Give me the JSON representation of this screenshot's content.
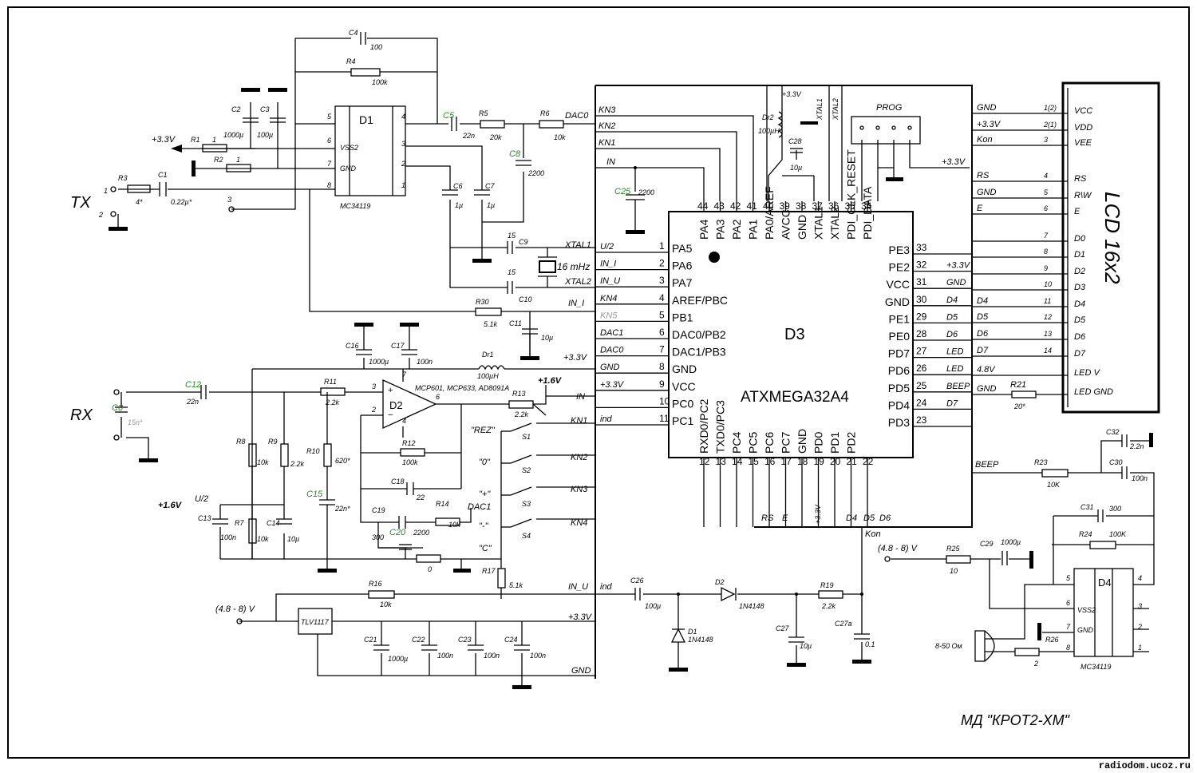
{
  "title": "МД \"КРОТ2-ХМ\"",
  "footer": "radiodom.ucoz.ru",
  "mcu": {
    "ref": "D3",
    "name": "ATXMEGA32A4",
    "left_pins": [
      {
        "num": "1",
        "name": "PA5",
        "net": "U/2"
      },
      {
        "num": "2",
        "name": "PA6",
        "net": "IN_I"
      },
      {
        "num": "3",
        "name": "PA7",
        "net": "IN_U"
      },
      {
        "num": "4",
        "name": "AREF/PBC",
        "net": "KN4"
      },
      {
        "num": "5",
        "name": "PB1",
        "net": "KN5"
      },
      {
        "num": "6",
        "name": "DAC0/PB2",
        "net": "DAC1"
      },
      {
        "num": "7",
        "name": "DAC1/PB3",
        "net": "DAC0"
      },
      {
        "num": "8",
        "name": "GND",
        "net": "GND"
      },
      {
        "num": "9",
        "name": "VCC",
        "net": "+3.3V"
      },
      {
        "num": "10",
        "name": "PC0",
        "net": ""
      },
      {
        "num": "11",
        "name": "PC1",
        "net": "ind"
      }
    ],
    "right_pins": [
      {
        "num": "33",
        "name": "PE3",
        "net": ""
      },
      {
        "num": "32",
        "name": "PE2",
        "net": "+3.3V"
      },
      {
        "num": "31",
        "name": "VCC",
        "net": "GND"
      },
      {
        "num": "30",
        "name": "GND",
        "net": "D4"
      },
      {
        "num": "29",
        "name": "PE1",
        "net": "D5"
      },
      {
        "num": "28",
        "name": "PE0",
        "net": "D6"
      },
      {
        "num": "27",
        "name": "PD7",
        "net": "LED"
      },
      {
        "num": "26",
        "name": "PD6",
        "net": "LED"
      },
      {
        "num": "25",
        "name": "PD5",
        "net": "BEEP"
      },
      {
        "num": "24",
        "name": "PD4",
        "net": "D7"
      },
      {
        "num": "23",
        "name": "PD3",
        "net": ""
      }
    ],
    "top_pins": [
      {
        "num": "44",
        "name": "PA4"
      },
      {
        "num": "43",
        "name": "PA3"
      },
      {
        "num": "42",
        "name": "PA2"
      },
      {
        "num": "41",
        "name": "PA1"
      },
      {
        "num": "40",
        "name": "PA0/AREF"
      },
      {
        "num": "39",
        "name": "AVCC"
      },
      {
        "num": "38",
        "name": "GND"
      },
      {
        "num": "37",
        "name": "XTAL1"
      },
      {
        "num": "36",
        "name": "XTAL2"
      },
      {
        "num": "35",
        "name": "PDI_CLK_RESET"
      },
      {
        "num": "34",
        "name": "PDI_DATA"
      }
    ],
    "bottom_pins": [
      {
        "num": "12",
        "name": "RXD0/PC2"
      },
      {
        "num": "13",
        "name": "TXD0/PC3"
      },
      {
        "num": "14",
        "name": "PC4"
      },
      {
        "num": "15",
        "name": "PC5"
      },
      {
        "num": "16",
        "name": "PC6"
      },
      {
        "num": "17",
        "name": "PC7"
      },
      {
        "num": "18",
        "name": "GND"
      },
      {
        "num": "19",
        "name": "PD0"
      },
      {
        "num": "20",
        "name": "PD1"
      },
      {
        "num": "21",
        "name": "PD2"
      },
      {
        "num": "22",
        "name": ""
      }
    ],
    "bottom_nets": [
      "RS",
      "E",
      "+3.3V",
      "D4",
      "D5",
      "D6",
      "Kon"
    ],
    "top_nets": [
      "KN3",
      "KN2",
      "KN1",
      "IN",
      "+3.3V",
      "Dr2",
      "100µH",
      "C28",
      "10µ",
      "XTAL1",
      "XTAL2",
      "PROG"
    ]
  },
  "lcd": {
    "title": "LCD 16x2",
    "pins": [
      {
        "net": "GND",
        "num": "1(2)",
        "name": "VCC"
      },
      {
        "net": "+3.3V",
        "num": "2(1)",
        "name": "VDD"
      },
      {
        "net": "Kon",
        "num": "3",
        "name": "VEE"
      },
      {
        "net": "RS",
        "num": "4",
        "name": "RS"
      },
      {
        "net": "GND",
        "num": "5",
        "name": "R\\W"
      },
      {
        "net": "E",
        "num": "6",
        "name": "E"
      },
      {
        "net": "",
        "num": "7",
        "name": "D0"
      },
      {
        "net": "",
        "num": "8",
        "name": "D1"
      },
      {
        "net": "",
        "num": "9",
        "name": "D2"
      },
      {
        "net": "",
        "num": "10",
        "name": "D3"
      },
      {
        "net": "D4",
        "num": "11",
        "name": "D4"
      },
      {
        "net": "D5",
        "num": "12",
        "name": "D5"
      },
      {
        "net": "D6",
        "num": "13",
        "name": "D6"
      },
      {
        "net": "D7",
        "num": "14",
        "name": "D7"
      },
      {
        "net": "4.8V",
        "num": "",
        "name": "LED  V"
      },
      {
        "net": "GND",
        "num": "",
        "name": "LED  GND"
      }
    ],
    "extra": {
      "plus": "+3.3V",
      "r21": "R21",
      "r21v": "20*"
    }
  },
  "labels": {
    "tx": "TX",
    "rx": "RX",
    "d1": "D1",
    "mc1": "MC34119",
    "vss2": "VSS2",
    "gndp": "GND",
    "d2": "D2",
    "d2parts": "MCP601, MCP633, AD8091A",
    "d4": "D4",
    "mc2": "MC34119",
    "tlv": "TLV1117",
    "crystal": "16 mHz",
    "prog": "PROG",
    "speaker": "8-50 Ом",
    "v48a": "(4.8 - 8) V",
    "v48b": "(4.8 - 8) V",
    "p16a": "+1.6V",
    "p16b": "+1.6V",
    "p33a": "+3.3V",
    "p33b": "+3.3V",
    "p33c": "+3.3V",
    "p33d": "+3.3V",
    "dac0": "DAC0",
    "dac1": "DAC1",
    "in_i": "IN_I",
    "in_u": "IN_U",
    "ind": "ind",
    "in": "IN",
    "u2": "U/2",
    "kn1": "KN1",
    "kn2": "KN2",
    "kn3": "KN3",
    "kn4": "KN4",
    "s1": "S1",
    "s2": "S2",
    "s3": "S3",
    "s4": "S4",
    "rez": "\"REZ\"",
    "zero": "\"0\"",
    "plus": "\"+\"",
    "minus": "\"-\"",
    "cc": "\"C\"",
    "beep": "BEEP",
    "gnd1": "GND",
    "gnd2": "GND",
    "kon": "Kon",
    "xtal1": "XTAL1",
    "xtal2": "XTAL2"
  },
  "components": {
    "C4": "C4",
    "C4v": "100",
    "R4": "R4",
    "R4v": "100k",
    "C2": "C2",
    "C2v": "1000µ",
    "C3": "C3",
    "C3v": "100µ",
    "R1": "R1",
    "R2": "R2",
    "R3": "R3",
    "R3v": "4*",
    "C1": "C1",
    "C1v": "0.22µ*",
    "C5": "C5",
    "C5v": "22n",
    "R5": "R5",
    "R5v": "20k",
    "R6": "R6",
    "R6v": "10k",
    "C8": "C8",
    "C8v": "2200",
    "C6": "C6",
    "C6v": "1µ",
    "C7": "C7",
    "C7v": "1µ",
    "C9": "C9",
    "C9v": "15",
    "C10": "C10",
    "C10v": "15",
    "R30": "R30",
    "R30v": "5.1k",
    "C11": "C11",
    "C11v": "10µ",
    "C25": "C25",
    "C25v": "2200",
    "C16": "C16",
    "C16v": "1000µ",
    "C17": "C17",
    "C17v": "100n",
    "Dr1": "Dr1",
    "Dr1v": "100µH",
    "C12": "C12",
    "C12v": "22n",
    "C0": "C0",
    "C0v": "15n*",
    "R11": "R11",
    "R11v": "2.2k",
    "R13": "R13",
    "R13v": "2.2k",
    "R8": "R8",
    "R8v": "10k",
    "R9": "R9",
    "R9v": "2.2k",
    "R10": "R10",
    "R10v": "620*",
    "C15": "C15",
    "C15v": "22n*",
    "R12": "R12",
    "R12v": "100k",
    "C18": "C18",
    "C18v": "22",
    "C19": "C19",
    "C19v": "300",
    "C20": "C20",
    "C20v": "2200",
    "R14": "R14",
    "R14v": "10k",
    "C13": "C13",
    "C13v": "100n",
    "R7": "R7",
    "R7v": "10k",
    "C14": "C14",
    "C14v": "10µ",
    "R17": "R17",
    "R17v": "5.1k",
    "R0v": "0",
    "R16": "R16",
    "R16v": "10k",
    "C26": "C26",
    "C26v": "100µ",
    "D2d": "D2",
    "D2dv": "1N4148",
    "D1d": "D1",
    "D1dv": "1N4148",
    "R19": "R19",
    "R19v": "2.2k",
    "C27": "C27",
    "C27v": "10µ",
    "C27a": "C27a",
    "C27av": "0.1",
    "C21": "C21",
    "C21v": "1000µ",
    "C22": "C22",
    "C22v": "100n",
    "C23": "C23",
    "C23v": "100n",
    "C24": "C24",
    "C24v": "100n",
    "C32": "C32",
    "C32v": "2.2n",
    "R23": "R23",
    "R23v": "10K",
    "C30": "C30",
    "C30v": "100n",
    "C31": "C31",
    "C31v": "300",
    "R24": "R24",
    "R24v": "100K",
    "R25": "R25",
    "R25v": "10",
    "C29": "C29",
    "C29v": "1000µ",
    "R26": "R26",
    "R26v": "2"
  },
  "pinnums": {
    "d1_5": "5",
    "d1_6": "6",
    "d1_7": "7",
    "d1_8": "8",
    "d1_4": "4",
    "d1_3": "3",
    "d1_2": "2",
    "d1_1": "1",
    "tx1": "1",
    "tx2": "2",
    "tx3": "3",
    "r1p": "1",
    "r2p": "1",
    "d2_3": "3",
    "d2_2": "2",
    "d2_7": "7",
    "d2_4": "4",
    "d2_6": "6",
    "d4_5": "5",
    "d4_6": "6",
    "d4_7": "7",
    "d4_8": "8",
    "d4_4": "4",
    "d4_3": "3",
    "d4_2": "2",
    "d4_1": "1"
  },
  "colors": {
    "accent_green": "#2a8a2a",
    "muted_gray": "#999999"
  }
}
